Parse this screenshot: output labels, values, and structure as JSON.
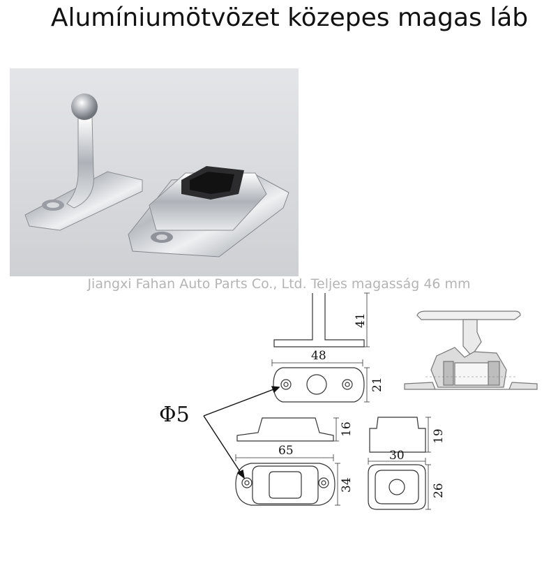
{
  "page": {
    "title": "Alumíniumötvözet közepes magas láb",
    "watermark": "Jiangxi Fahan Auto Parts Co., Ltd. Teljes magasság 46 mm"
  },
  "drawing": {
    "callout_label": "Φ5",
    "small_part": {
      "height": "41",
      "length": "48",
      "width": "21"
    },
    "large_part": {
      "height": "16",
      "length": "65",
      "width": "34"
    },
    "cap": {
      "height": "19",
      "length": "30",
      "width": "26"
    }
  },
  "colors": {
    "line": "#333333",
    "watermark": "#b4b4b4",
    "photo_bg": "#dcdde0"
  }
}
